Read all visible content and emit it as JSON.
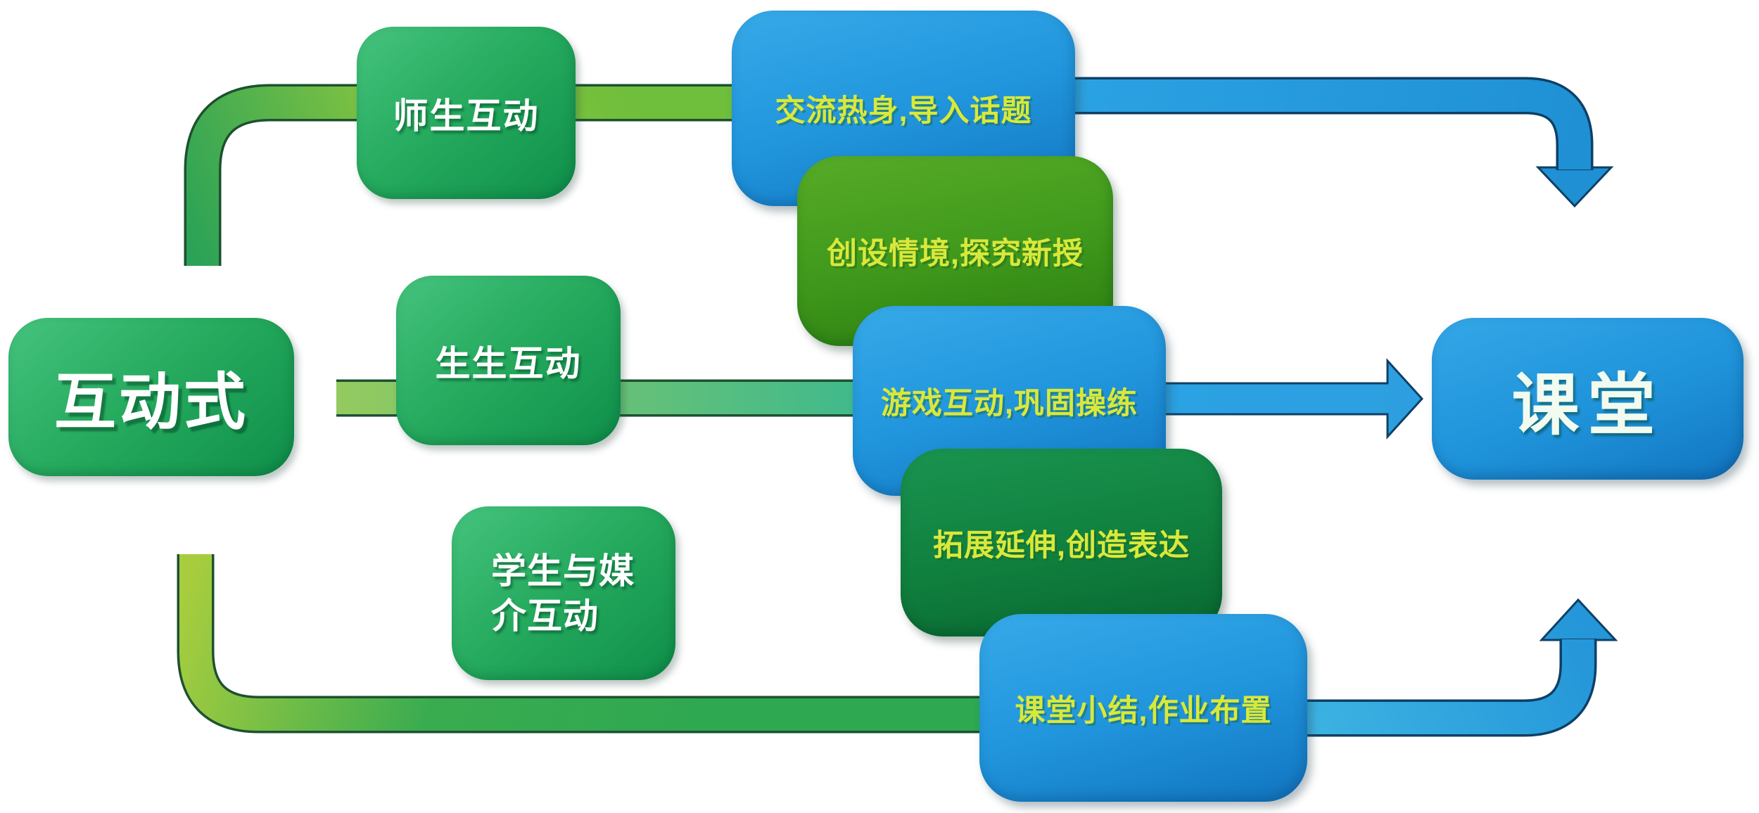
{
  "hub": {
    "label": "互动式"
  },
  "interactions": [
    {
      "id": "teacher-student",
      "label": "师生互动"
    },
    {
      "id": "student-student",
      "label": "生生互动"
    },
    {
      "id": "student-media",
      "lines": [
        "学生与媒",
        "介互动"
      ]
    }
  ],
  "stages": [
    {
      "label": "交流热身,导入话题",
      "variant": "blue"
    },
    {
      "label": "创设情境,探究新授",
      "variant": "green"
    },
    {
      "label": "游戏互动,巩固操练",
      "variant": "blue"
    },
    {
      "label": "拓展延伸,创造表达",
      "variant": "dark-green"
    },
    {
      "label": "课堂小结,作业布置",
      "variant": "blue"
    }
  ],
  "outcome": {
    "label": "课堂"
  },
  "colors": {
    "green_box": "#0f8f4a",
    "green_box_light": "#45c37e",
    "blue_box": "#2196dd",
    "blue_box_deep": "#1175c0",
    "stage_green": "#419a1c",
    "stage_dark_green": "#107f3e",
    "label_yellow": "#d9e83b",
    "label_white": "#ffffff",
    "band_yellow_green": "#8ac63f",
    "band_teal": "#3eb98d",
    "band_blue": "#2aa0e2"
  }
}
